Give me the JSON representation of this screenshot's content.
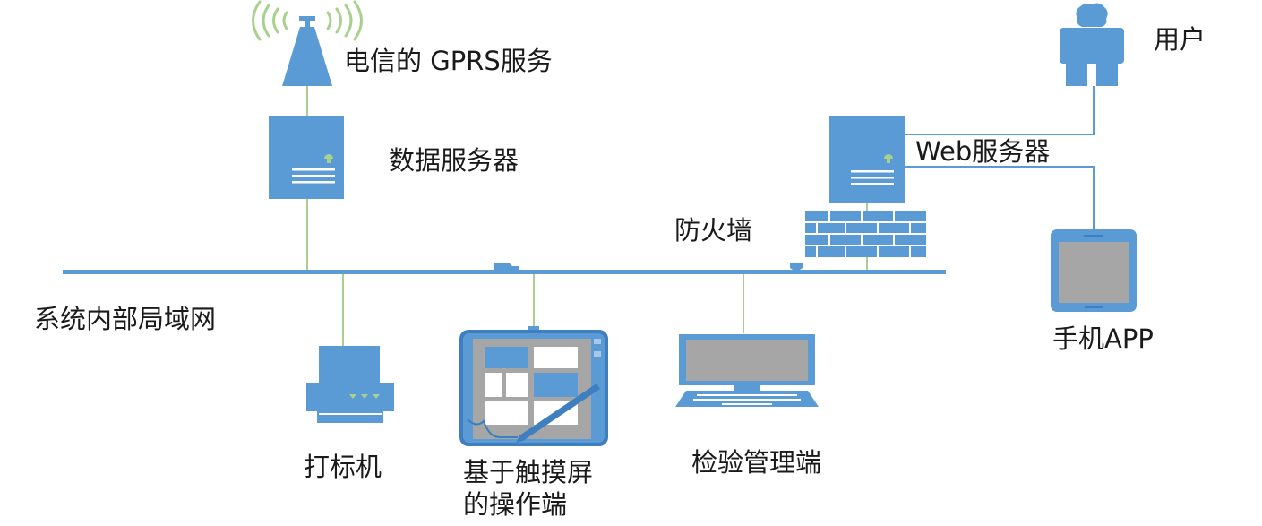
{
  "labels": {
    "telecom": "电信的 GPRS服务",
    "data_server": "数据服务器",
    "user": "用户",
    "web_server": "Web服务器",
    "firewall": "防火墙",
    "lan": "系统内部局域网",
    "printer": "打标机",
    "touch_line1": "基于触摸屏",
    "touch_line2": "的操作端",
    "inspection": "检验管理端",
    "mobile_app": "手机APP"
  },
  "colors": {
    "device": "#5b9bd5",
    "device_dark": "#3f7fbf",
    "screen": "#a6a6a6",
    "cable": "#8fbf6a",
    "signal": "#a9d18e",
    "text": "#1a1a1a"
  }
}
